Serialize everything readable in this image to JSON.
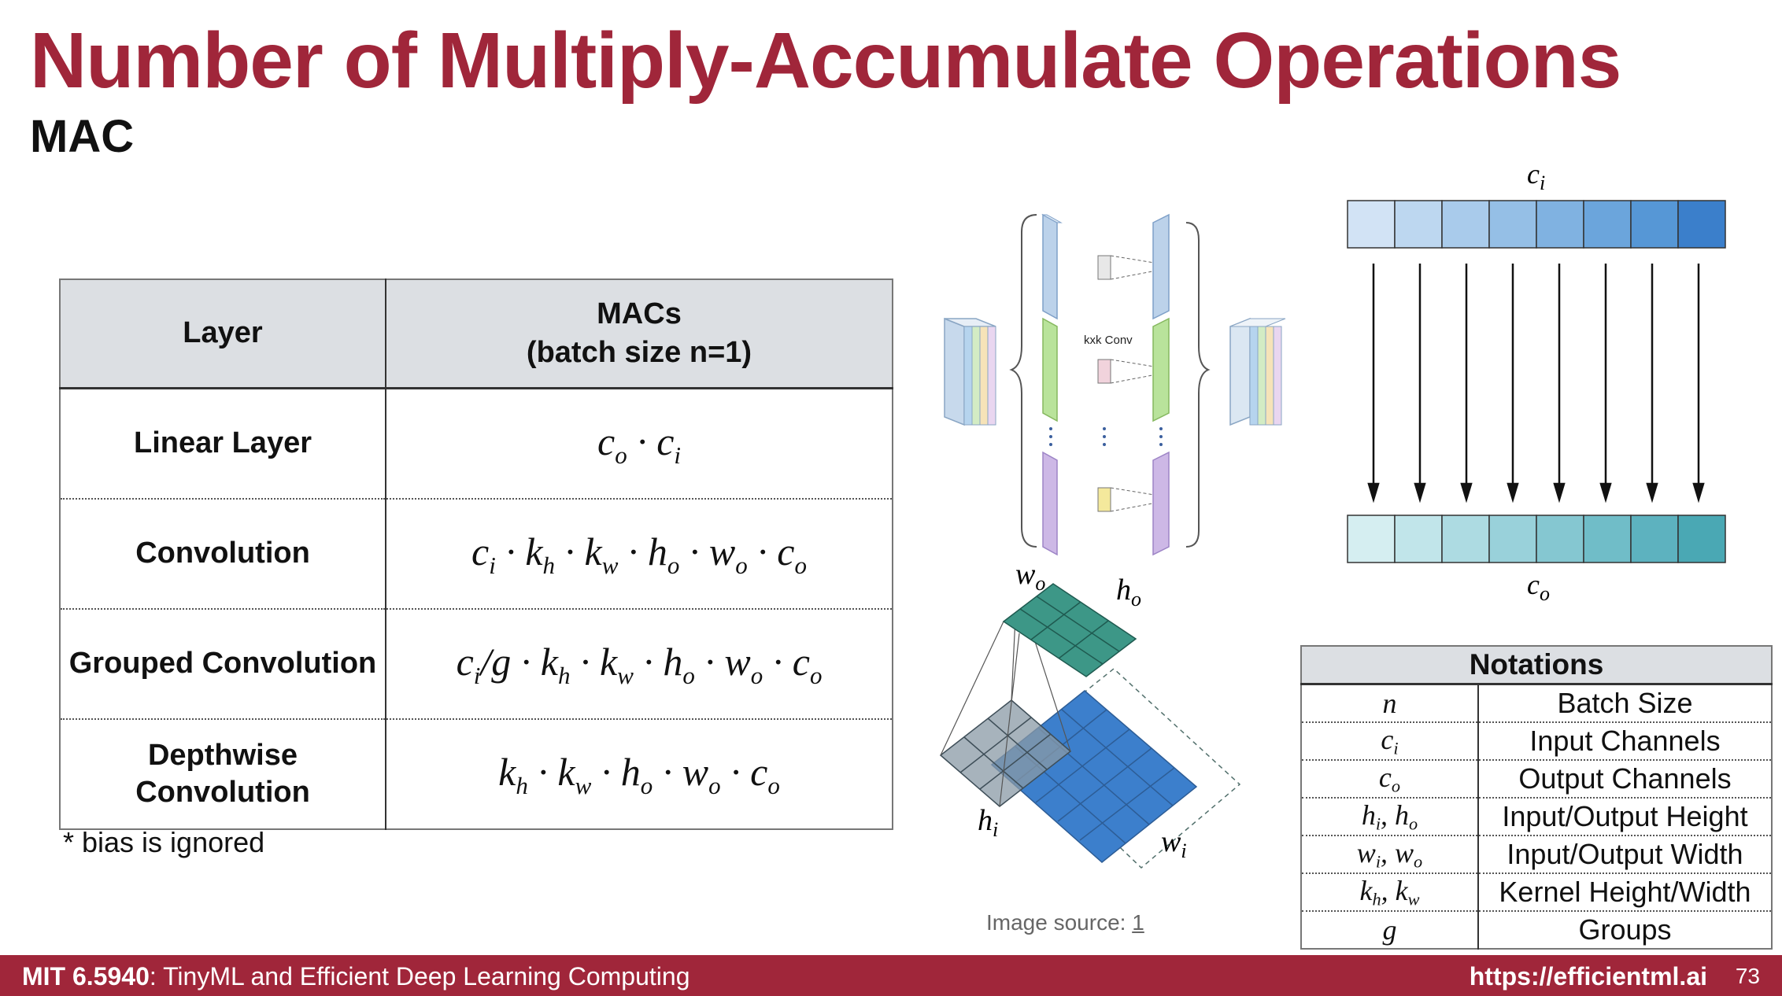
{
  "title": "Number of Multiply-Accumulate Operations",
  "subtitle": "MAC",
  "mac_table": {
    "header_layer": "Layer",
    "header_macs_line1": "MACs",
    "header_macs_line2": "(batch size n=1)",
    "rows": [
      {
        "layer": "Linear Layer"
      },
      {
        "layer": "Convolution"
      },
      {
        "layer": "Grouped Convolution"
      },
      {
        "layer_line1": "Depthwise",
        "layer_line2": "Convolution"
      }
    ]
  },
  "footnote": "* bias is ignored",
  "diagram": {
    "grouped_label": "kxk Conv",
    "ci_label": "c",
    "ci_sub": "i",
    "co_label": "c",
    "co_sub": "o",
    "wo": "w",
    "wo_sub": "o",
    "ho": "h",
    "ho_sub": "o",
    "hi": "h",
    "hi_sub": "i",
    "wi": "w",
    "wi_sub": "i"
  },
  "notations": {
    "header": "Notations",
    "rows": [
      {
        "desc": "Batch Size"
      },
      {
        "desc": "Input Channels"
      },
      {
        "desc": "Output Channels"
      },
      {
        "desc": "Input/Output Height"
      },
      {
        "desc": "Input/Output Width"
      },
      {
        "desc": "Kernel Height/Width"
      },
      {
        "desc": "Groups"
      }
    ]
  },
  "image_source_label": "Image source: ",
  "image_source_link": "1",
  "footer": {
    "course_code": "MIT 6.5940",
    "course_name": ": TinyML and Efficient Deep Learning Computing",
    "url": "https://efficientml.ai",
    "page": "73"
  },
  "colors": {
    "brand": "#a0263a",
    "header_bg": "#dcdfe3",
    "ci_blue": "#3b7fcb",
    "co_teal": "#4aa8b4"
  }
}
